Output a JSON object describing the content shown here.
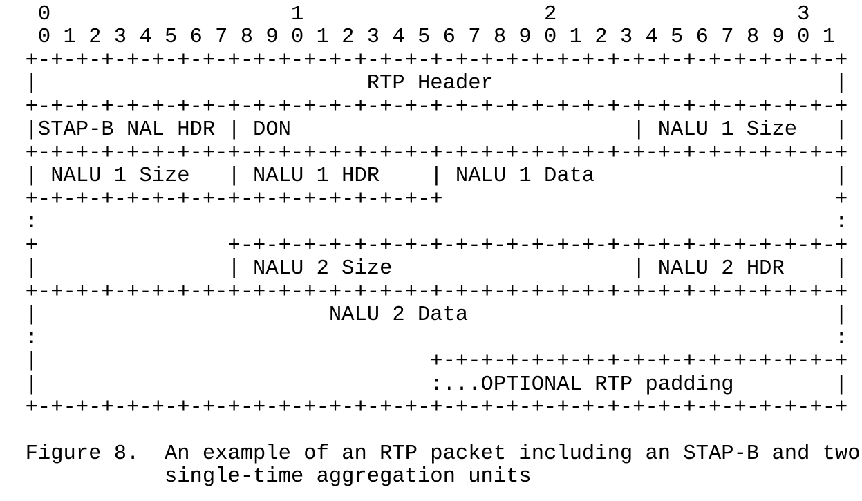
{
  "lines": [
    "   0                   1                   2                   3",
    "   0 1 2 3 4 5 6 7 8 9 0 1 2 3 4 5 6 7 8 9 0 1 2 3 4 5 6 7 8 9 0 1",
    "  +-+-+-+-+-+-+-+-+-+-+-+-+-+-+-+-+-+-+-+-+-+-+-+-+-+-+-+-+-+-+-+-+",
    "  |                          RTP Header                           |",
    "  +-+-+-+-+-+-+-+-+-+-+-+-+-+-+-+-+-+-+-+-+-+-+-+-+-+-+-+-+-+-+-+-+",
    "  |STAP-B NAL HDR | DON                           | NALU 1 Size   |",
    "  +-+-+-+-+-+-+-+-+-+-+-+-+-+-+-+-+-+-+-+-+-+-+-+-+-+-+-+-+-+-+-+-+",
    "  | NALU 1 Size   | NALU 1 HDR    | NALU 1 Data                   |",
    "  +-+-+-+-+-+-+-+-+-+-+-+-+-+-+-+-+                               +",
    "  :                                                               :",
    "  +               +-+-+-+-+-+-+-+-+-+-+-+-+-+-+-+-+-+-+-+-+-+-+-+-+",
    "  |               | NALU 2 Size                   | NALU 2 HDR    |",
    "  +-+-+-+-+-+-+-+-+-+-+-+-+-+-+-+-+-+-+-+-+-+-+-+-+-+-+-+-+-+-+-+-+",
    "  |                       NALU 2 Data                             |",
    "  :                                                               :",
    "  |                               +-+-+-+-+-+-+-+-+-+-+-+-+-+-+-+-+",
    "  |                               :...OPTIONAL RTP padding        |",
    "  +-+-+-+-+-+-+-+-+-+-+-+-+-+-+-+-+-+-+-+-+-+-+-+-+-+-+-+-+-+-+-+-+",
    "",
    "  Figure 8.  An example of an RTP packet including an STAP-B and two",
    "             single-time aggregation units"
  ]
}
